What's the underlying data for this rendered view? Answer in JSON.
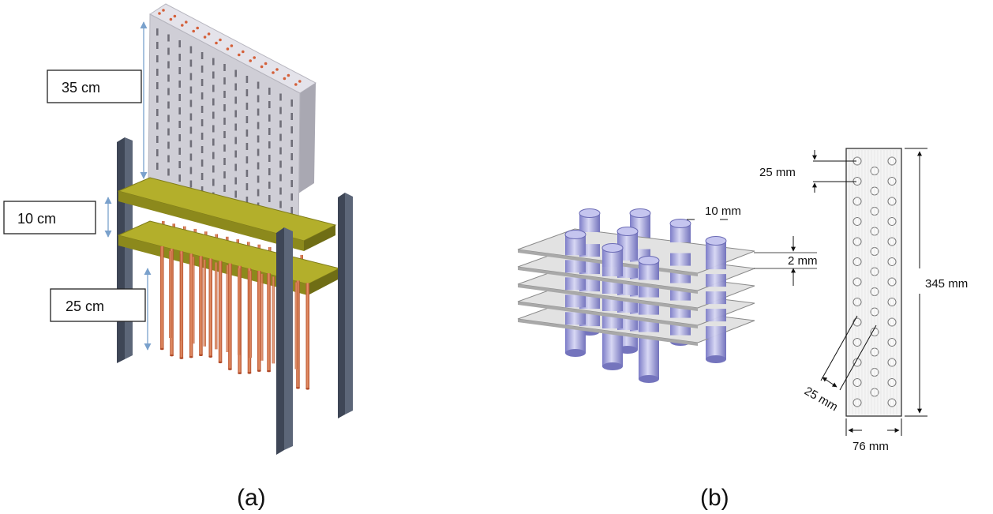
{
  "panel_a": {
    "label": "(a)",
    "dim_top": "35 cm",
    "dim_mid": "10 cm",
    "dim_bottom": "25 cm"
  },
  "panel_b": {
    "label": "(b)",
    "dim_pin_diameter": "10 mm",
    "dim_plate_thickness": "2 mm",
    "dim_pitch_vertical": "25 mm",
    "dim_height": "345 mm",
    "dim_pitch_diagonal": "25 mm",
    "dim_width": "76 mm"
  },
  "colors": {
    "plate_gray": "#c9c8cf",
    "plate_yellow": "#a8a523",
    "pin_copper": "#d2734a",
    "post_steel": "#4d5566",
    "pin_purple": "#8f8fd6",
    "dim_line_blue": "#7aa1cc"
  }
}
